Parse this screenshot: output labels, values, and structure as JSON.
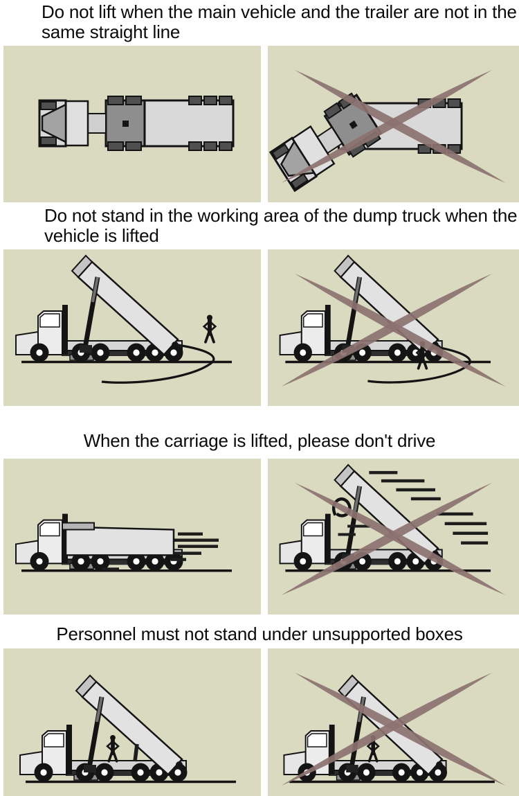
{
  "page": {
    "background": "#ffffff"
  },
  "style": {
    "panel_background": "#d9dabf",
    "cross_color": "#8c7271",
    "line_color": "#141414",
    "truck_body_color": "#e0e0e0"
  },
  "sections": [
    {
      "id": "alignment",
      "heading": "Do not lift when the main vehicle and the trailer are not in the same straight line",
      "left_panel": {
        "meaning": "correct",
        "shows": "top view of tractor and trailer in one straight line"
      },
      "right_panel": {
        "meaning": "prohibited",
        "cross": true,
        "shows": "top view of tractor angled against the trailer, crossed out"
      }
    },
    {
      "id": "working-area",
      "heading": "Do not stand in the working area of the dump truck when the vehicle is lifted",
      "left_panel": {
        "meaning": "correct",
        "shows": "person standing outside the marked working area while the body is lifted"
      },
      "right_panel": {
        "meaning": "prohibited",
        "cross": true,
        "shows": "person standing inside the working area behind the lifted body, crossed out"
      }
    },
    {
      "id": "driving",
      "heading": "When the carriage is lifted, please don't drive",
      "left_panel": {
        "meaning": "correct",
        "shows": "truck driving with the carriage lowered"
      },
      "right_panel": {
        "meaning": "prohibited",
        "cross": true,
        "shows": "truck driving with the carriage lifted, crossed out"
      }
    },
    {
      "id": "under-box",
      "heading": "Personnel must not stand under unsupported boxes",
      "left_panel": {
        "meaning": "correct",
        "shows": "person under the box with a support strut in place"
      },
      "right_panel": {
        "meaning": "prohibited",
        "cross": true,
        "shows": "person under the unsupported lifted box, crossed out"
      }
    }
  ]
}
